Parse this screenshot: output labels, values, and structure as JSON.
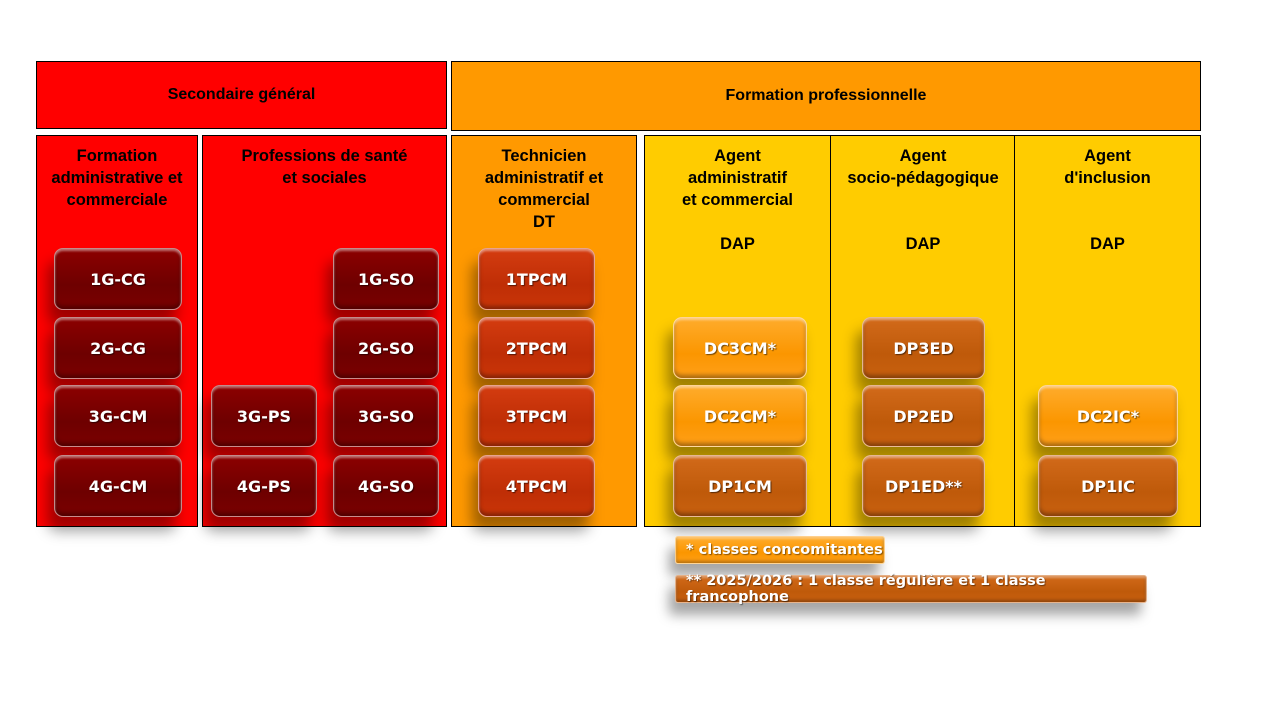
{
  "colors": {
    "red": "#ff0000",
    "orange": "#ff9900",
    "yellow": "#ffcc00",
    "pill_dark_red": "#7a0000",
    "pill_red_orange": "#c93508",
    "pill_brown": "#c8600f",
    "pill_orange": "#ff9f18"
  },
  "headers": {
    "secondaire": "Secondaire général",
    "formation_pro": "Formation professionnelle"
  },
  "columns": {
    "fac": {
      "title": "Formation\nadministrative et\ncommerciale"
    },
    "pss": {
      "title": "Professions de santé\net sociales"
    },
    "tac": {
      "title": "Technicien\nadministratif et\ncommercial\nDT"
    },
    "aac": {
      "title": "Agent\nadministratif\net commercial",
      "level": "DAP"
    },
    "asp": {
      "title": "Agent\nsocio-pédagogique",
      "level": "DAP"
    },
    "ai": {
      "title": "Agent\nd'inclusion",
      "level": "DAP"
    }
  },
  "classes": {
    "cg1": "1G-CG",
    "cg2": "2G-CG",
    "cm3": "3G-CM",
    "cm4": "4G-CM",
    "so1": "1G-SO",
    "so2": "2G-SO",
    "so3": "3G-SO",
    "so4": "4G-SO",
    "ps3": "3G-PS",
    "ps4": "4G-PS",
    "tp1": "1TPCM",
    "tp2": "2TPCM",
    "tp3": "3TPCM",
    "tp4": "4TPCM",
    "dc3cm": "DC3CM*",
    "dc2cm": "DC2CM*",
    "dp1cm": "DP1CM",
    "dp3ed": "DP3ED",
    "dp2ed": "DP2ED",
    "dp1ed": "DP1ED**",
    "dc2ic": "DC2IC*",
    "dp1ic": "DP1IC"
  },
  "notes": {
    "concomitant": "* classes concomitantes",
    "francophone": "** 2025/2026 : 1 classe régulière et 1 classe francophone"
  }
}
